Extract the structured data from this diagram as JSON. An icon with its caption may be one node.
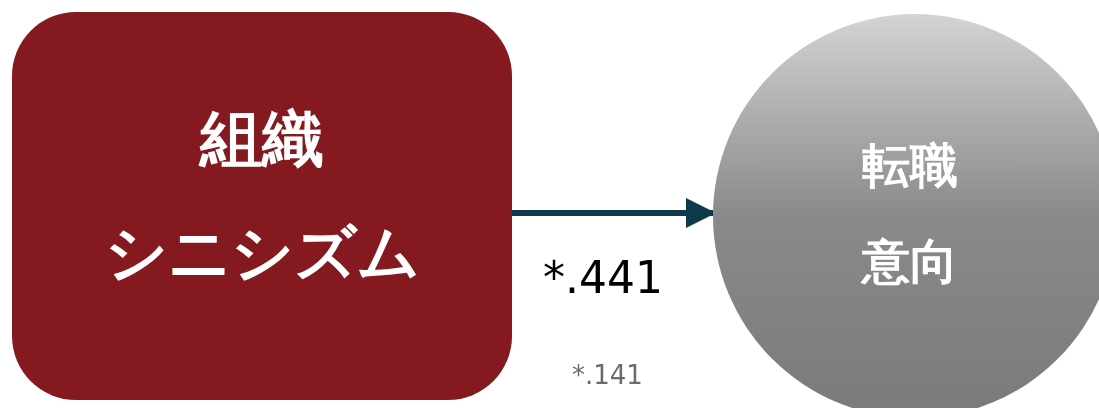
{
  "diagram": {
    "nodes": [
      {
        "text": [
          "組織",
          "シニシズム"
        ]
      },
      {
        "text": [
          "転職",
          "意向"
        ]
      }
    ],
    "edges": [
      {
        "from": 0,
        "to": 1,
        "arrow": "to",
        "label": "*.441"
      }
    ],
    "labels": [
      "*.141"
    ]
  }
}
